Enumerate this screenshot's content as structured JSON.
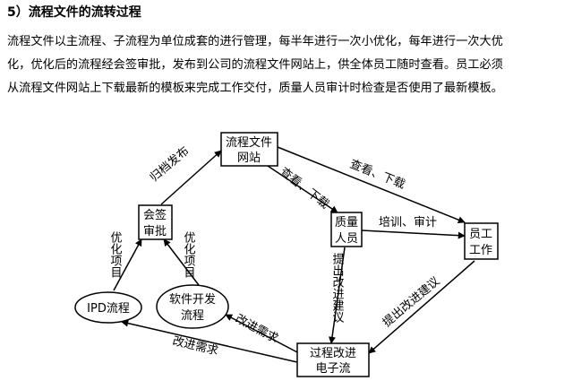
{
  "section_heading": "5）流程文件的流转过程",
  "paragraph_lines": [
    "流程文件以主流程、子流程为单位成套的进行管理，每半年进行一次小优化，每年进行一次大优",
    "化，优化后的流程经会签审批，发布到公司的流程文件网站上，供全体员工随时查看。员工必须",
    "从流程文件网站上下载最新的模板来完成工作交付，质量人员审计时检查是否使用了最新模板。"
  ],
  "diagram": {
    "nodes": {
      "website": [
        "流程文件",
        "网站"
      ],
      "countersign": [
        "会签",
        "审批"
      ],
      "quality": [
        "质量",
        "人员"
      ],
      "staff": [
        "员工",
        "工作"
      ],
      "ipd": [
        "IPD流程"
      ],
      "software": [
        "软件开发",
        "流程"
      ],
      "improve": [
        "过程改进",
        "电子流"
      ]
    },
    "edges": {
      "archive_publish": "归档发布",
      "view_download_top": "查看、下载",
      "view_download_mid": "查看、下载",
      "optimize_ipd": "优化项目",
      "optimize_sw": "优化项目",
      "train_audit": "培训、审计",
      "propose_quality": "提出改进建议",
      "propose_staff": "提出改进建议",
      "needs_software": "改进需求",
      "needs_ipd": "改进需求"
    }
  }
}
